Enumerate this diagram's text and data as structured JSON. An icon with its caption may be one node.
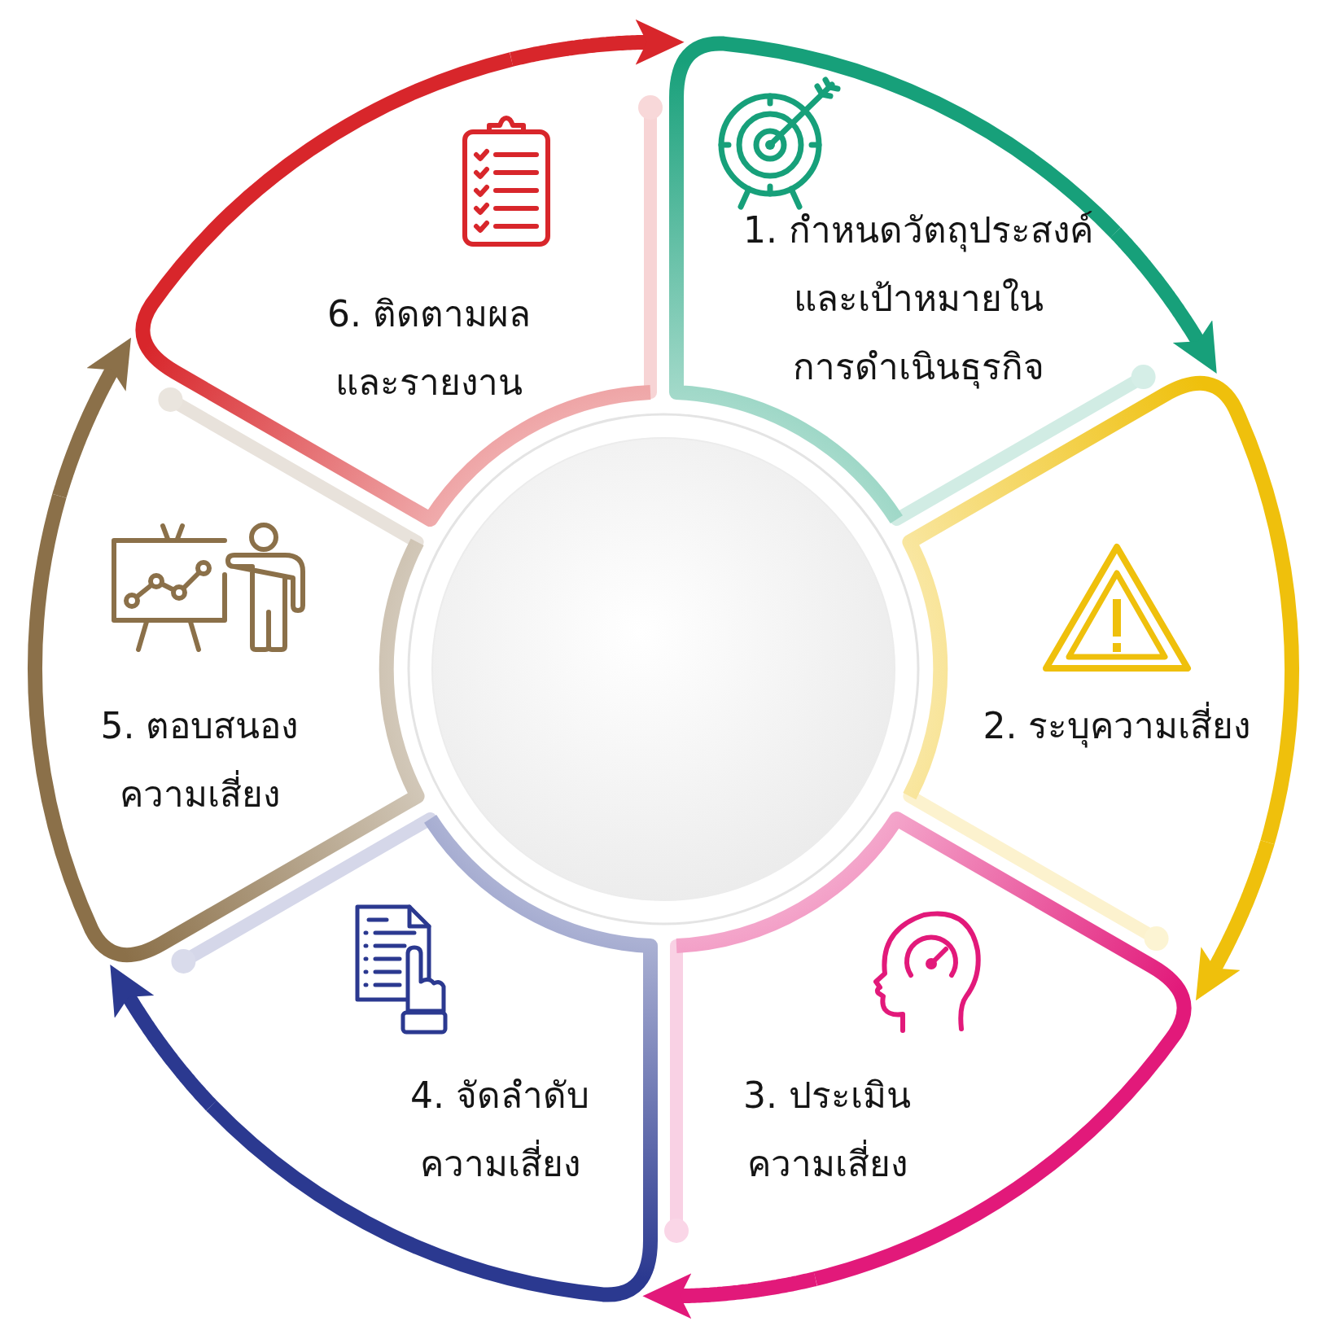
{
  "diagram": {
    "nodes": [
      {
        "text": [
          "1. กำหนดวัตถุประสงค์และเป้าหมายในการดำเนินธุรกิจ"
        ]
      },
      {
        "text": [
          "2. ระบุความเสี่ยง"
        ]
      },
      {
        "text": [
          "3. ประเมินความเสี่ยง"
        ]
      },
      {
        "text": [
          "4. จัดลำดับความเสี่ยง"
        ]
      },
      {
        "text": [
          "5. ตอบสนองความเสี่ยง"
        ]
      },
      {
        "text": [
          "6. ติดตามผลและรายงาน"
        ]
      },
      {
        "text": [],
        "shape": "circle"
      }
    ],
    "edges": [
      {
        "from": 0,
        "to": 1,
        "arrow": "to",
        "color": "#17a07a"
      },
      {
        "from": 1,
        "to": 2,
        "arrow": "to",
        "color": "#efc00c"
      },
      {
        "from": 2,
        "to": 3,
        "arrow": "to",
        "color": "#e2197a"
      },
      {
        "from": 3,
        "to": 4,
        "arrow": "to",
        "color": "#2b3990"
      },
      {
        "from": 4,
        "to": 5,
        "arrow": "to",
        "color": "#8b7049"
      },
      {
        "from": 5,
        "to": 0,
        "arrow": "to",
        "color": "#d8262b"
      }
    ]
  }
}
